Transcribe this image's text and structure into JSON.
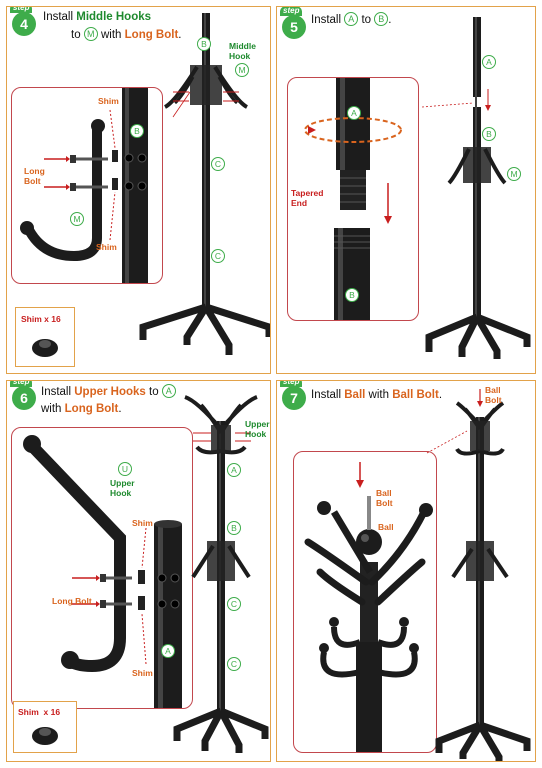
{
  "step4": {
    "badge_word": "step",
    "number": "4",
    "instruction": {
      "t1": "Install ",
      "t2": "Middle Hooks",
      "t3": "to ",
      "t4": " with ",
      "t5": "Long Bolt",
      "t6": ".",
      "part": "M"
    },
    "labels": {
      "shim_top": "Shim",
      "long_bolt": "Long\nBolt",
      "shim_bottom": "Shim",
      "middle_hook": "Middle\nHook",
      "shim_count": "Shim x 16"
    },
    "parts": [
      "B",
      "M",
      "C",
      "C",
      "B",
      "M"
    ]
  },
  "step5": {
    "badge_word": "step",
    "number": "5",
    "instruction": {
      "t1": "Install ",
      "a": "A",
      "t2": " to ",
      "b": "B",
      "t3": "."
    },
    "labels": {
      "tapered_end": "Tapered\nEnd"
    },
    "parts": [
      "A",
      "B",
      "A",
      "B",
      "M"
    ]
  },
  "step6": {
    "badge_word": "step",
    "number": "6",
    "instruction": {
      "t1": "Install ",
      "t2": "Upper Hooks",
      "t3": " to ",
      "a": "A",
      "t4": "with ",
      "t5": "Long Bolt",
      "t6": "."
    },
    "labels": {
      "upper_hook": "Upper\nHook",
      "shim_top": "Shim",
      "long_bolt": "Long Bolt",
      "shim_bottom": "Shim",
      "upper_hook_side": "Upper\nHook",
      "shim_count": "Shim",
      "shim_qty": "x 16"
    },
    "parts": [
      "U",
      "A",
      "A",
      "B",
      "C",
      "C"
    ]
  },
  "step7": {
    "badge_word": "step",
    "number": "7",
    "instruction": {
      "t1": "Install ",
      "t2": "Ball",
      "t3": " with ",
      "t4": "Ball Bolt",
      "t5": "."
    },
    "labels": {
      "ball_bolt": "Ball\nBolt",
      "ball": "Ball",
      "ball_bolt_top": "Ball\nBolt"
    }
  },
  "colors": {
    "step_green": "#3eac4a",
    "orange": "#d9641e",
    "red": "#c81e1e",
    "frame": "#e2a24a",
    "metal": "#1c1c1c"
  },
  "icons": [
    "step-badge-icon",
    "arrow-icon",
    "rotate-arrow-icon"
  ]
}
